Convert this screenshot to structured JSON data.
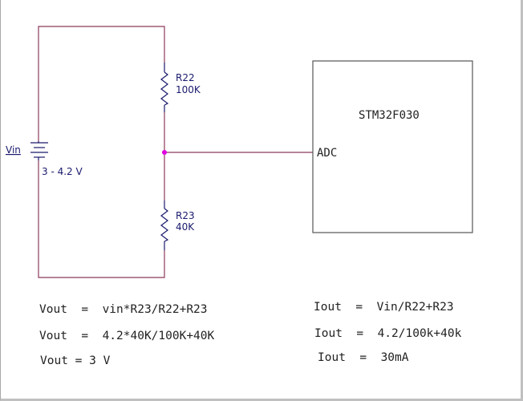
{
  "colors": {
    "wire": "#8b3a5a",
    "resistor": "#1a1a6e",
    "node": "#e000e0",
    "battery": "#1a1a6e",
    "text": "#1a1a6e"
  },
  "battery": {
    "name": "Vin",
    "value": "3 - 4.2 V"
  },
  "r22": {
    "name": "R22",
    "value": "100K"
  },
  "r23": {
    "name": "R23",
    "value": "40K"
  },
  "mcu": {
    "name": "STM32F030",
    "pin": "ADC"
  },
  "equations": {
    "vout1": "Vout  =  vin*R23/R22+R23",
    "vout2": "Vout  =  4.2*40K/100K+40K",
    "vout3": "Vout = 3 V",
    "iout1": "Iout  =  Vin/R22+R23",
    "iout2": "Iout  =  4.2/100k+40k",
    "iout3": "Iout  =  30mA"
  }
}
